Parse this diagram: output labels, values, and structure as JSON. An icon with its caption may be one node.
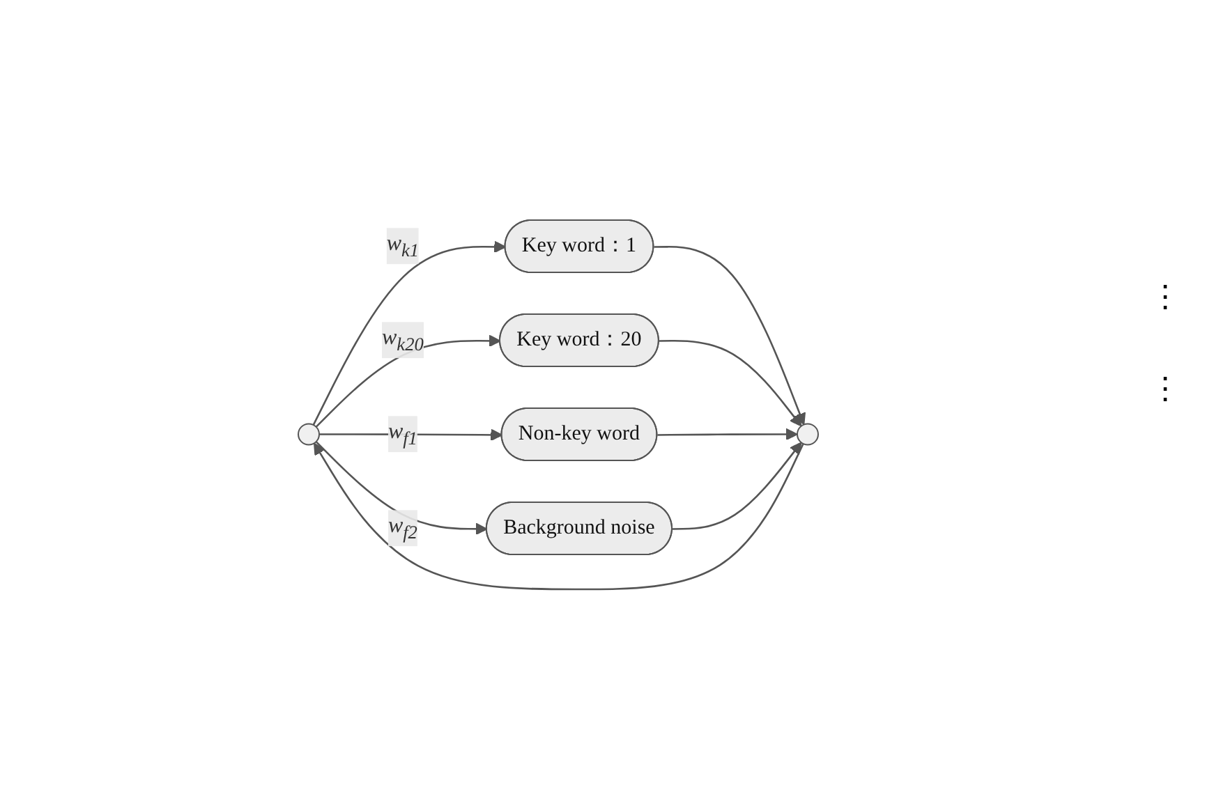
{
  "diagram": {
    "nodes": [
      {
        "text": [],
        "shape": "circle"
      },
      {
        "text": [
          "Key word：1"
        ]
      },
      {
        "text": [
          "Key word：20"
        ]
      },
      {
        "text": [
          "Non-key word"
        ]
      },
      {
        "text": [
          "Background noise"
        ]
      },
      {
        "text": [],
        "shape": "circle"
      }
    ],
    "edges": [
      {
        "from": 0,
        "to": 1,
        "arrow": "to",
        "label": "*w*$_{k1}$"
      },
      {
        "from": 0,
        "to": 2,
        "arrow": "to",
        "label": "*w*$_{k20}$"
      },
      {
        "from": 0,
        "to": 3,
        "arrow": "to",
        "label": "*w*$_{f1}$"
      },
      {
        "from": 0,
        "to": 4,
        "arrow": "to",
        "label": "*w*$_{f2}$"
      },
      {
        "from": 1,
        "to": 5,
        "arrow": "to"
      },
      {
        "from": 2,
        "to": 5,
        "arrow": "to"
      },
      {
        "from": 3,
        "to": 5,
        "arrow": "to"
      },
      {
        "from": 4,
        "to": 5,
        "arrow": "to"
      },
      {
        "from": 5,
        "to": 0,
        "arrow": "to"
      }
    ],
    "labels": [
      "⋮",
      "⋮"
    ]
  }
}
